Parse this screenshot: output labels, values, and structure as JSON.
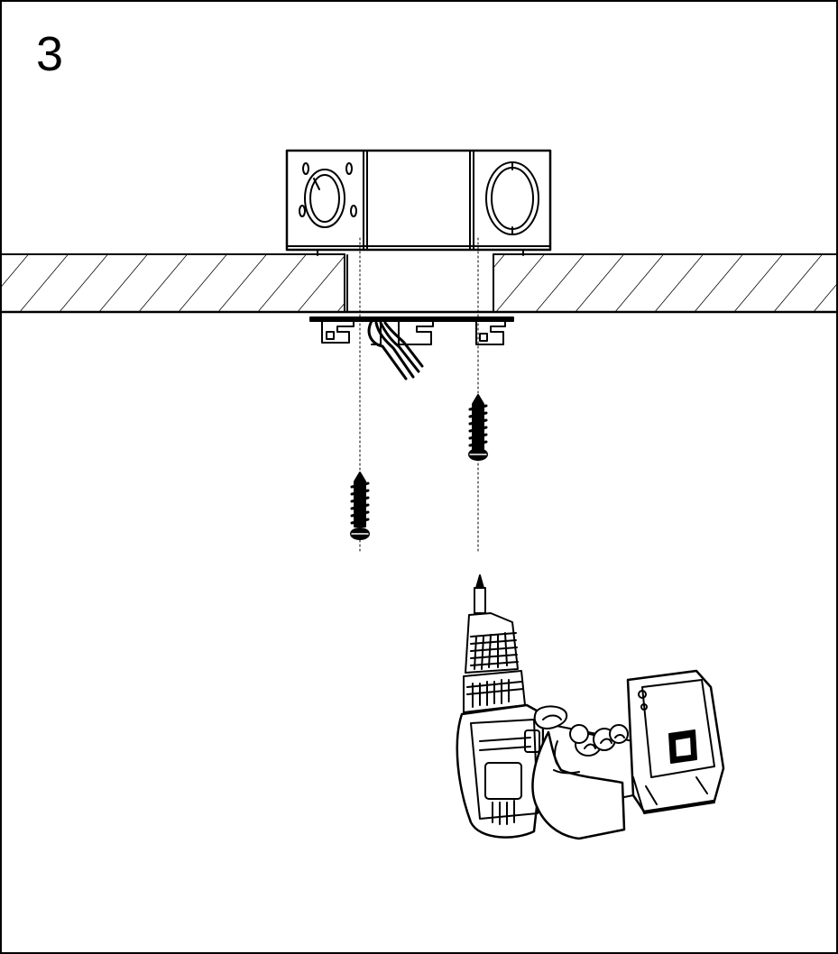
{
  "step": {
    "number": "3"
  },
  "colors": {
    "ink": "#000000",
    "paper": "#ffffff"
  },
  "illustration": {
    "parts": [
      "junction-box",
      "ceiling-section",
      "mounting-bracket",
      "supply-wires",
      "mounting-screw-left",
      "mounting-screw-right",
      "cordless-drill",
      "hand"
    ],
    "guide_lines": "dotted"
  }
}
